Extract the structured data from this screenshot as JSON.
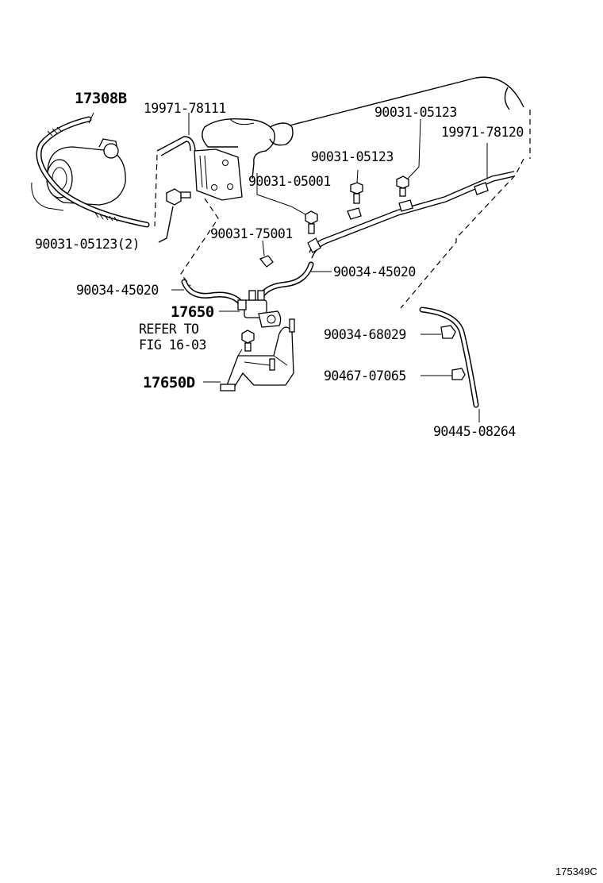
{
  "diagram": {
    "callouts": {
      "p17308B": "17308B",
      "p19971_78111": "19971-78111",
      "p90031_05123_top": "90031-05123",
      "p19971_78120": "19971-78120",
      "p90031_05123_mid": "90031-05123",
      "p90031_05001": "90031-05001",
      "p90031_05123_2": "90031-05123(2)",
      "p90031_75001": "90031-75001",
      "p90034_45020_left": "90034-45020",
      "p90034_45020_right": "90034-45020",
      "p17650": "17650",
      "refer_to": "REFER TO",
      "fig_ref": "FIG 16-03",
      "p90034_68029": "90034-68029",
      "p17650D": "17650D",
      "p90467_07065": "90467-07065",
      "p90445_08264": "90445-08264"
    },
    "figure_id": "175349C"
  }
}
